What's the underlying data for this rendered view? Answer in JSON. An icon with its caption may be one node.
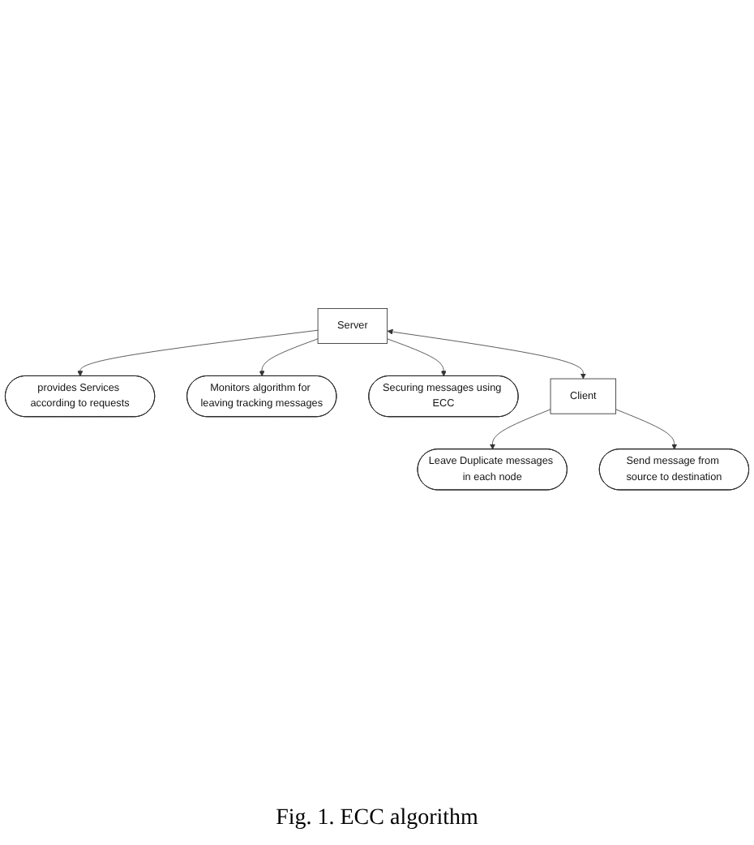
{
  "diagram": {
    "caption": "Fig. 1. ECC algorithm",
    "nodes": [
      {
        "text": [
          "provides Services according to requests"
        ]
      },
      {
        "text": [
          "Monitors algorithm for leaving tracking messages"
        ]
      },
      {
        "text": [
          "Server"
        ]
      },
      {
        "text": [
          "Securing messages using ECC"
        ]
      },
      {
        "text": [
          "Client"
        ]
      },
      {
        "text": [
          "Leave Duplicate messages in each node"
        ]
      },
      {
        "text": [
          "Send message from source to destination"
        ]
      }
    ],
    "edges": [
      {
        "from": 2,
        "to": 0,
        "arrow": "to"
      },
      {
        "from": 2,
        "to": 1,
        "arrow": "to"
      },
      {
        "from": 2,
        "to": 3,
        "arrow": "to"
      },
      {
        "from": 2,
        "to": 4,
        "arrow": "both"
      },
      {
        "from": 4,
        "to": 5,
        "arrow": "to"
      },
      {
        "from": 4,
        "to": 6,
        "arrow": "to"
      }
    ]
  }
}
